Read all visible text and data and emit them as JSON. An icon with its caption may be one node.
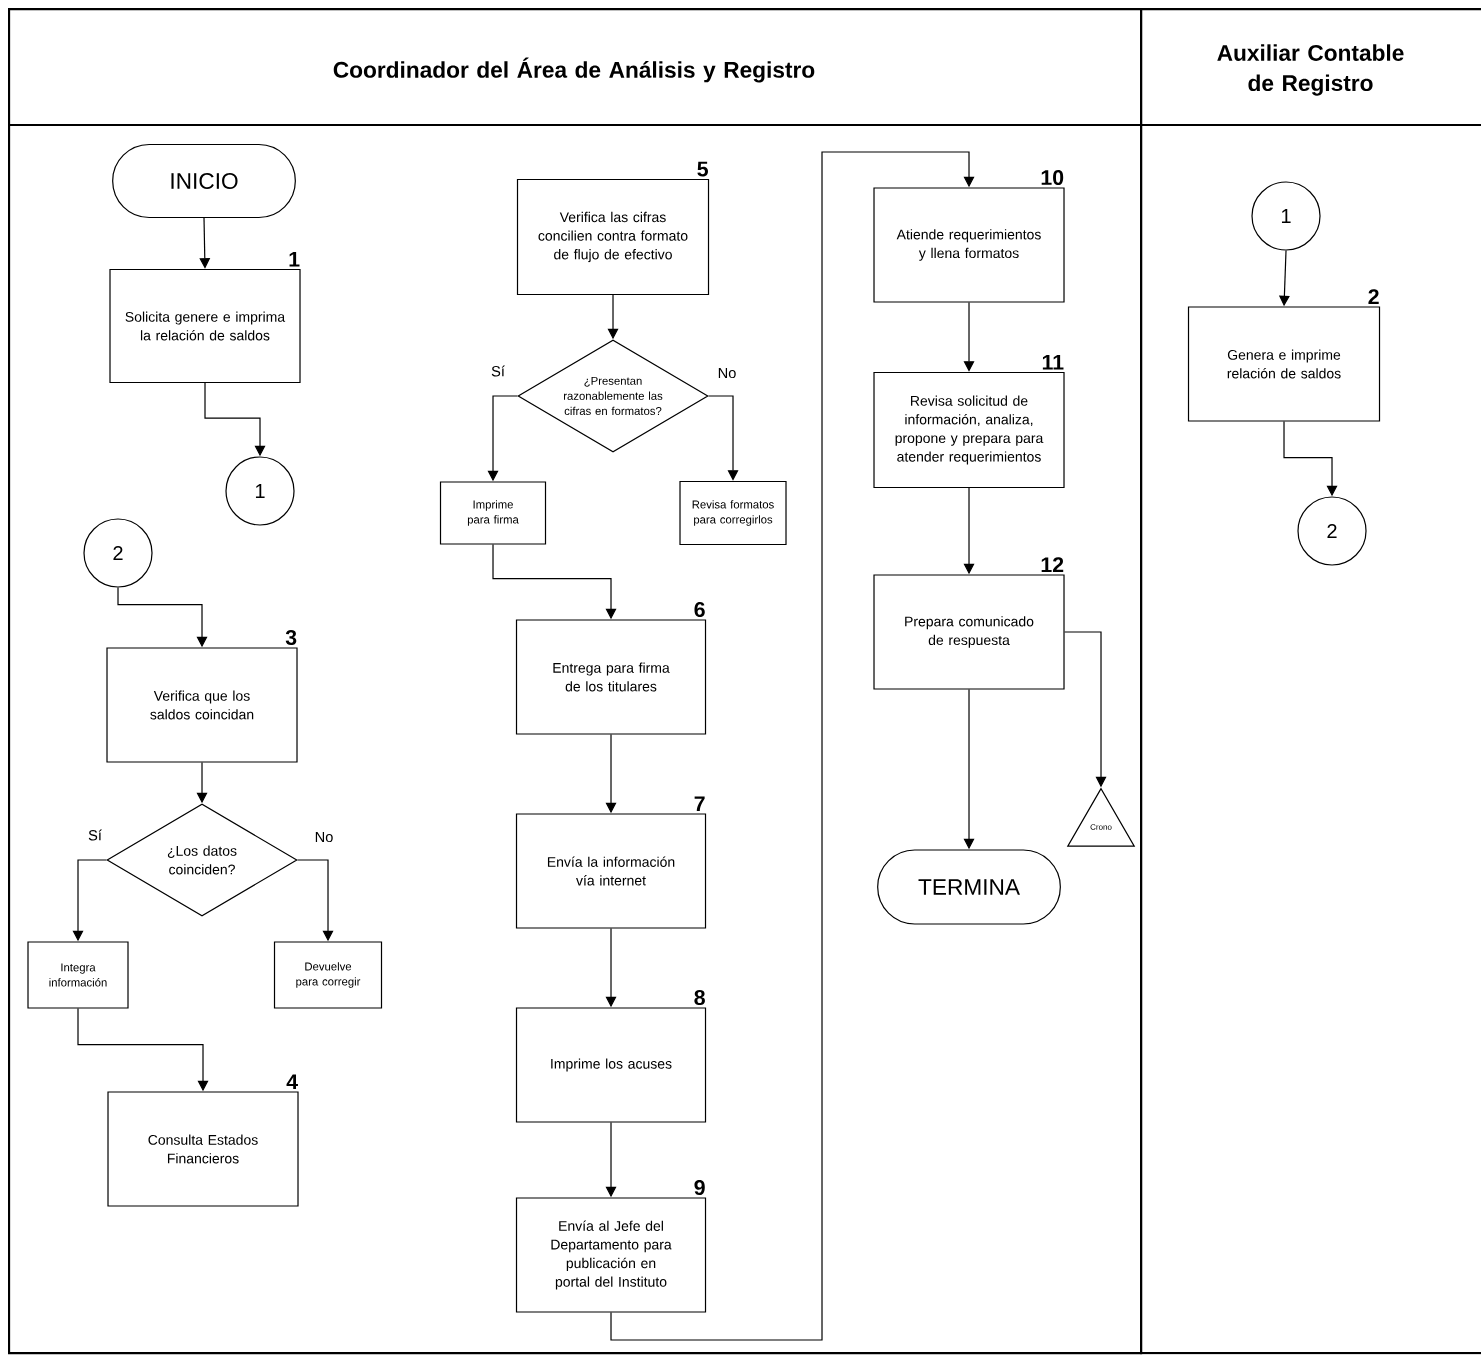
{
  "diagram": {
    "nodes": [
      {
        "text": [
          "Coordinador del Área de Análisis y Registro"
        ]
      },
      {
        "text": [
          "Auxiliar Contable de Registro"
        ]
      },
      {
        "text": [
          "INICIO"
        ],
        "in": 0
      },
      {
        "text": [
          "Solicita genere e imprima la relación de saldos"
        ],
        "beside": [
          "1"
        ],
        "in": 0
      },
      {
        "text": [
          "1"
        ],
        "in": 0
      },
      {
        "text": [
          "2"
        ],
        "in": 0
      },
      {
        "text": [
          "Verifica que los saldos coincidan"
        ],
        "beside": [
          "3"
        ],
        "in": 0
      },
      {
        "text": [
          "¿Los datos coinciden?"
        ],
        "in": 0
      },
      {
        "text": [
          "Integra información"
        ],
        "in": 0
      },
      {
        "text": [
          "Devuelve para corregir"
        ],
        "in": 0
      },
      {
        "text": [
          "Consulta Estados Financieros"
        ],
        "beside": [
          "4"
        ],
        "in": 0
      },
      {
        "text": [
          "Verifica las cifras concilien contra formato de flujo de efectivo"
        ],
        "beside": [
          "5"
        ],
        "in": 0
      },
      {
        "text": [
          "¿Presentan razonablemente las cifras en formatos?"
        ],
        "in": 0
      },
      {
        "text": [
          "Imprime para firma"
        ],
        "in": 0
      },
      {
        "text": [
          "Revisa formatos para corregirlos"
        ],
        "in": 0
      },
      {
        "text": [
          "Entrega para firma de los titulares"
        ],
        "beside": [
          "6"
        ],
        "in": 0
      },
      {
        "text": [
          "Envía la información vía internet"
        ],
        "beside": [
          "7"
        ],
        "in": 0
      },
      {
        "text": [
          "Imprime los acuses"
        ],
        "beside": [
          "8"
        ],
        "in": 0
      },
      {
        "text": [
          "Envía al Jefe del Departamento para publicación en portal del Instituto"
        ],
        "beside": [
          "9"
        ],
        "in": 0
      },
      {
        "text": [
          "Atiende requerimientos y llena formatos"
        ],
        "beside": [
          "10"
        ],
        "in": 0
      },
      {
        "text": [
          "Revisa solicitud de información, analiza, propone y prepara para atender requerimientos"
        ],
        "beside": [
          "11"
        ],
        "in": 0
      },
      {
        "text": [
          "Prepara comunicado de respuesta"
        ],
        "beside": [
          "12"
        ],
        "in": 0
      },
      {
        "text": [
          "TERMINA"
        ],
        "in": 0
      },
      {
        "text": [
          "Crono"
        ],
        "in": 0
      },
      {
        "text": [
          "1"
        ],
        "in": 1
      },
      {
        "text": [
          "Genera e imprime relación de saldos"
        ],
        "beside": [
          "2"
        ],
        "in": 1
      },
      {
        "text": [
          "2"
        ],
        "in": 1
      }
    ],
    "edges": [
      {
        "from": 2,
        "to": 3,
        "arrow": "to"
      },
      {
        "from": 3,
        "to": 4,
        "arrow": "to"
      },
      {
        "from": 5,
        "to": 6,
        "arrow": "to"
      },
      {
        "from": 6,
        "to": 7,
        "arrow": "to"
      },
      {
        "from": 7,
        "to": 8,
        "arrow": "to",
        "label": "Sí"
      },
      {
        "from": 7,
        "to": 9,
        "arrow": "to",
        "label": "No"
      },
      {
        "from": 8,
        "to": 10,
        "arrow": "to"
      },
      {
        "from": 11,
        "to": 12,
        "arrow": "to"
      },
      {
        "from": 12,
        "to": 13,
        "arrow": "to",
        "label": "Sí"
      },
      {
        "from": 12,
        "to": 14,
        "arrow": "to",
        "label": "No"
      },
      {
        "from": 13,
        "to": 15,
        "arrow": "to"
      },
      {
        "from": 15,
        "to": 16,
        "arrow": "to"
      },
      {
        "from": 16,
        "to": 17,
        "arrow": "to"
      },
      {
        "from": 17,
        "to": 18,
        "arrow": "to"
      },
      {
        "from": 18,
        "to": 19,
        "arrow": "to"
      },
      {
        "from": 19,
        "to": 20,
        "arrow": "to"
      },
      {
        "from": 20,
        "to": 21,
        "arrow": "to"
      },
      {
        "from": 21,
        "to": 22,
        "arrow": "to"
      },
      {
        "from": 21,
        "to": 23,
        "arrow": "to"
      },
      {
        "from": 24,
        "to": 25,
        "arrow": "to"
      },
      {
        "from": 25,
        "to": 26,
        "arrow": "to"
      }
    ]
  }
}
